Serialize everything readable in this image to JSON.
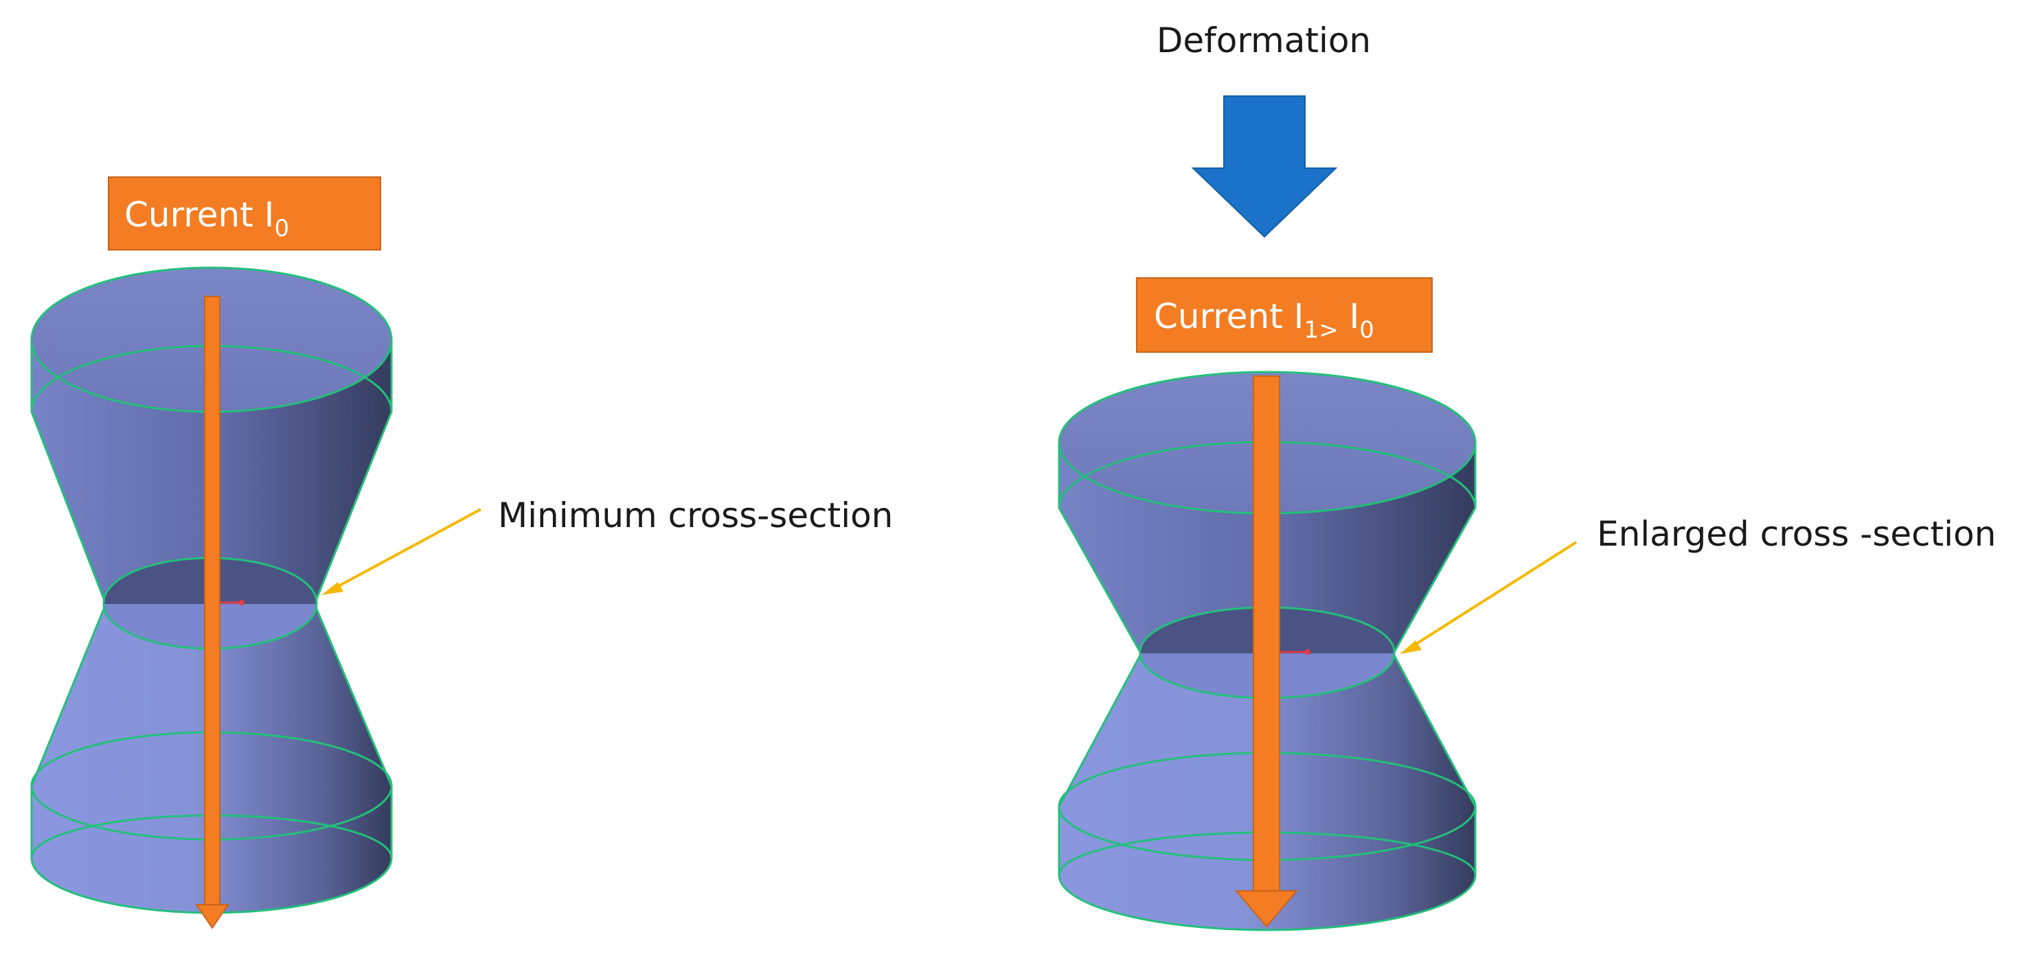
{
  "colors": {
    "background": "#ffffff",
    "body_light": "#8c99e0",
    "body_mid": "#7380bd",
    "body_dark": "#353c5e",
    "edge": "#22c07a",
    "current": "#f47c22",
    "current_border": "#c8641a",
    "deformation_arrow": "#1a73c8",
    "pointer": "#f5b800",
    "marker": "#e23b4a",
    "text": "#1a1a1a",
    "label_text": "#ffffff"
  },
  "left": {
    "current_label": {
      "main": "Current I",
      "sub": "0"
    },
    "annotation": "Minimum cross-section"
  },
  "right": {
    "deformation": "Deformation",
    "current_label": {
      "main": "Current I",
      "sub1": "1>",
      "main2": " I",
      "sub2": "0"
    },
    "annotation": "Enlarged cross -section"
  }
}
